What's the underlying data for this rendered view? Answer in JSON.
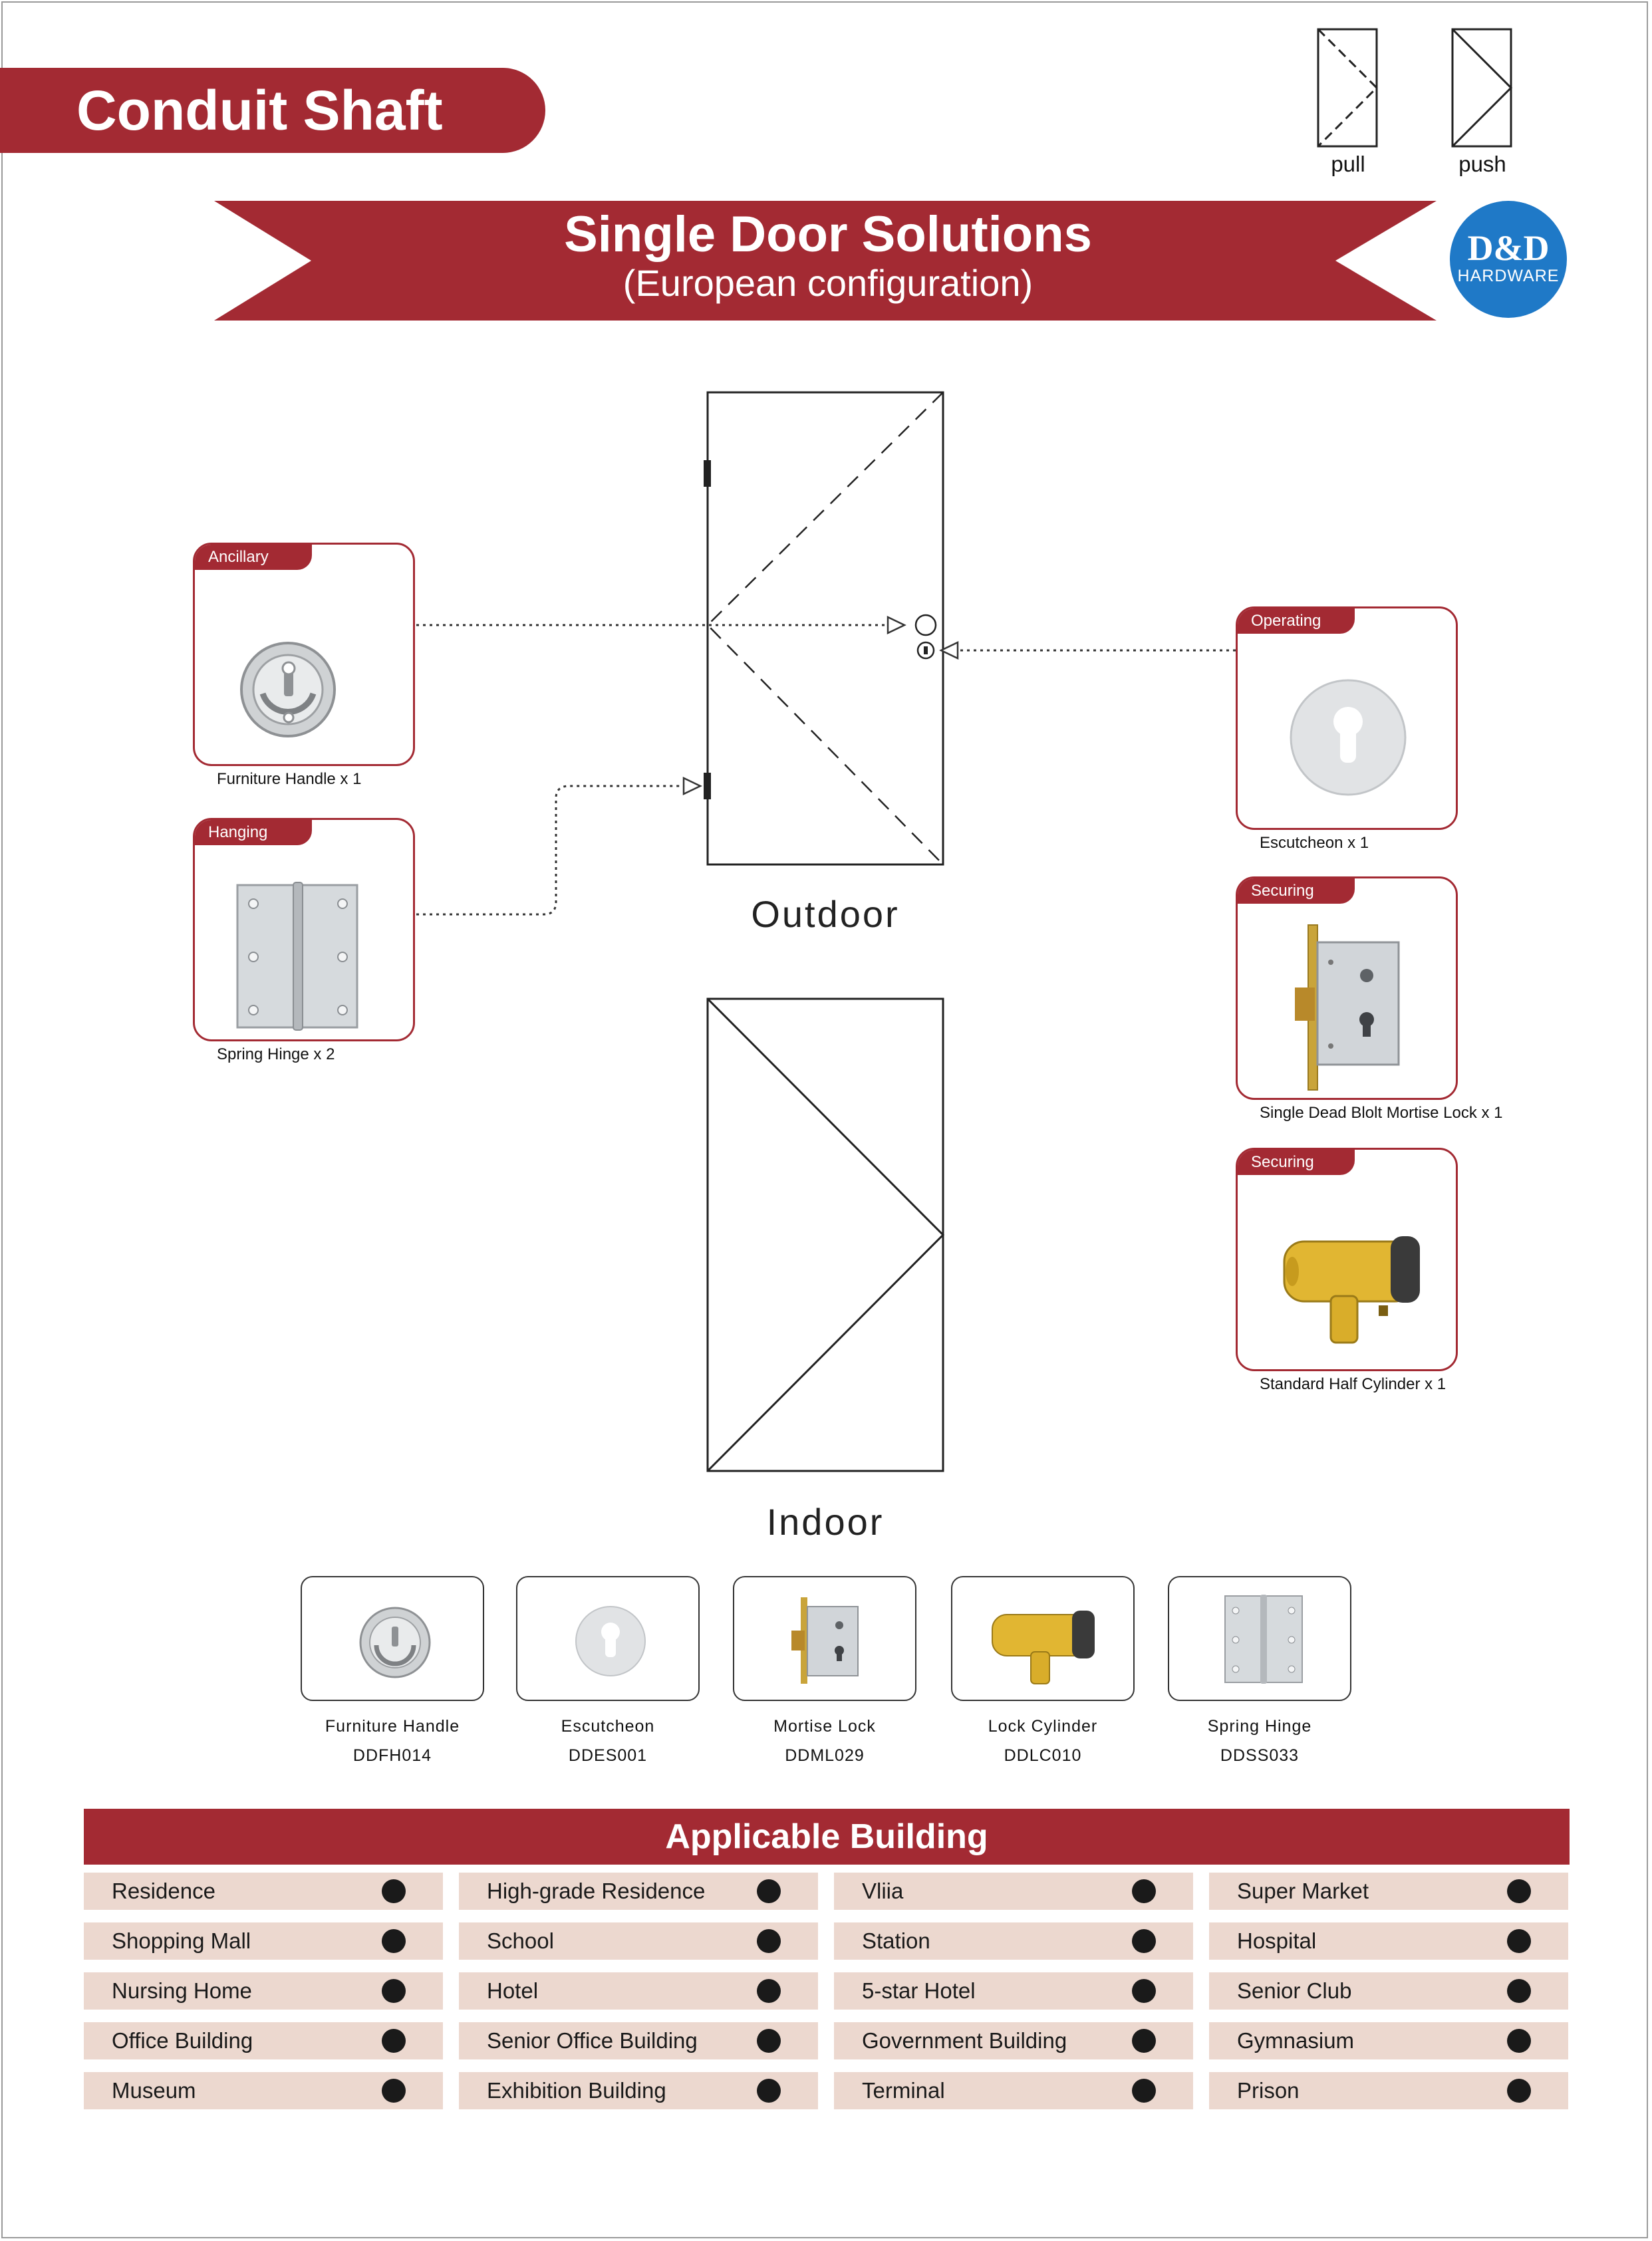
{
  "header": {
    "title": "Conduit Shaft"
  },
  "swing_legend": {
    "pull": "pull",
    "push": "push"
  },
  "banner": {
    "title": "Single Door Solutions",
    "subtitle": "(European configuration)"
  },
  "logo": {
    "main": "D&D",
    "sub": "HARDWARE"
  },
  "doors": {
    "outdoor": "Outdoor",
    "indoor": "Indoor"
  },
  "products": [
    {
      "tag": "Ancillary",
      "caption": "Furniture Handle x 1",
      "icon": "flush-ring-handle"
    },
    {
      "tag": "Hanging",
      "caption": "Spring Hinge x 2",
      "icon": "hinge"
    },
    {
      "tag": "Operating",
      "caption": "Escutcheon x 1",
      "icon": "escutcheon"
    },
    {
      "tag": "Securing",
      "caption": "Single Dead Blolt Mortise Lock x 1",
      "icon": "mortise-lock"
    },
    {
      "tag": "Securing",
      "caption": "Standard Half Cylinder x 1",
      "icon": "half-cylinder"
    }
  ],
  "bom": [
    {
      "name": "Furniture Handle",
      "code": "DDFH014",
      "icon": "flush-ring-handle"
    },
    {
      "name": "Escutcheon",
      "code": "DDES001",
      "icon": "escutcheon"
    },
    {
      "name": "Mortise Lock",
      "code": "DDML029",
      "icon": "mortise-lock"
    },
    {
      "name": "Lock Cylinder",
      "code": "DDLC010",
      "icon": "half-cylinder"
    },
    {
      "name": "Spring Hinge",
      "code": "DDSS033",
      "icon": "hinge"
    }
  ],
  "applicable": {
    "title": "Applicable Building",
    "columns": [
      [
        "Residence",
        "Shopping Mall",
        "Nursing Home",
        "Office Building",
        "Museum"
      ],
      [
        "High-grade Residence",
        "School",
        "Hotel",
        "Senior Office Building",
        "Exhibition Building"
      ],
      [
        "Vliia",
        "Station",
        "5-star Hotel",
        "Government Building",
        "Terminal"
      ],
      [
        "Super Market",
        "Hospital",
        "Senior Club",
        "Gymnasium",
        "Prison"
      ]
    ]
  },
  "colors": {
    "accent": "#a32a33",
    "logo_blue": "#1f79c7",
    "row_bg": "#ecd8cf"
  }
}
